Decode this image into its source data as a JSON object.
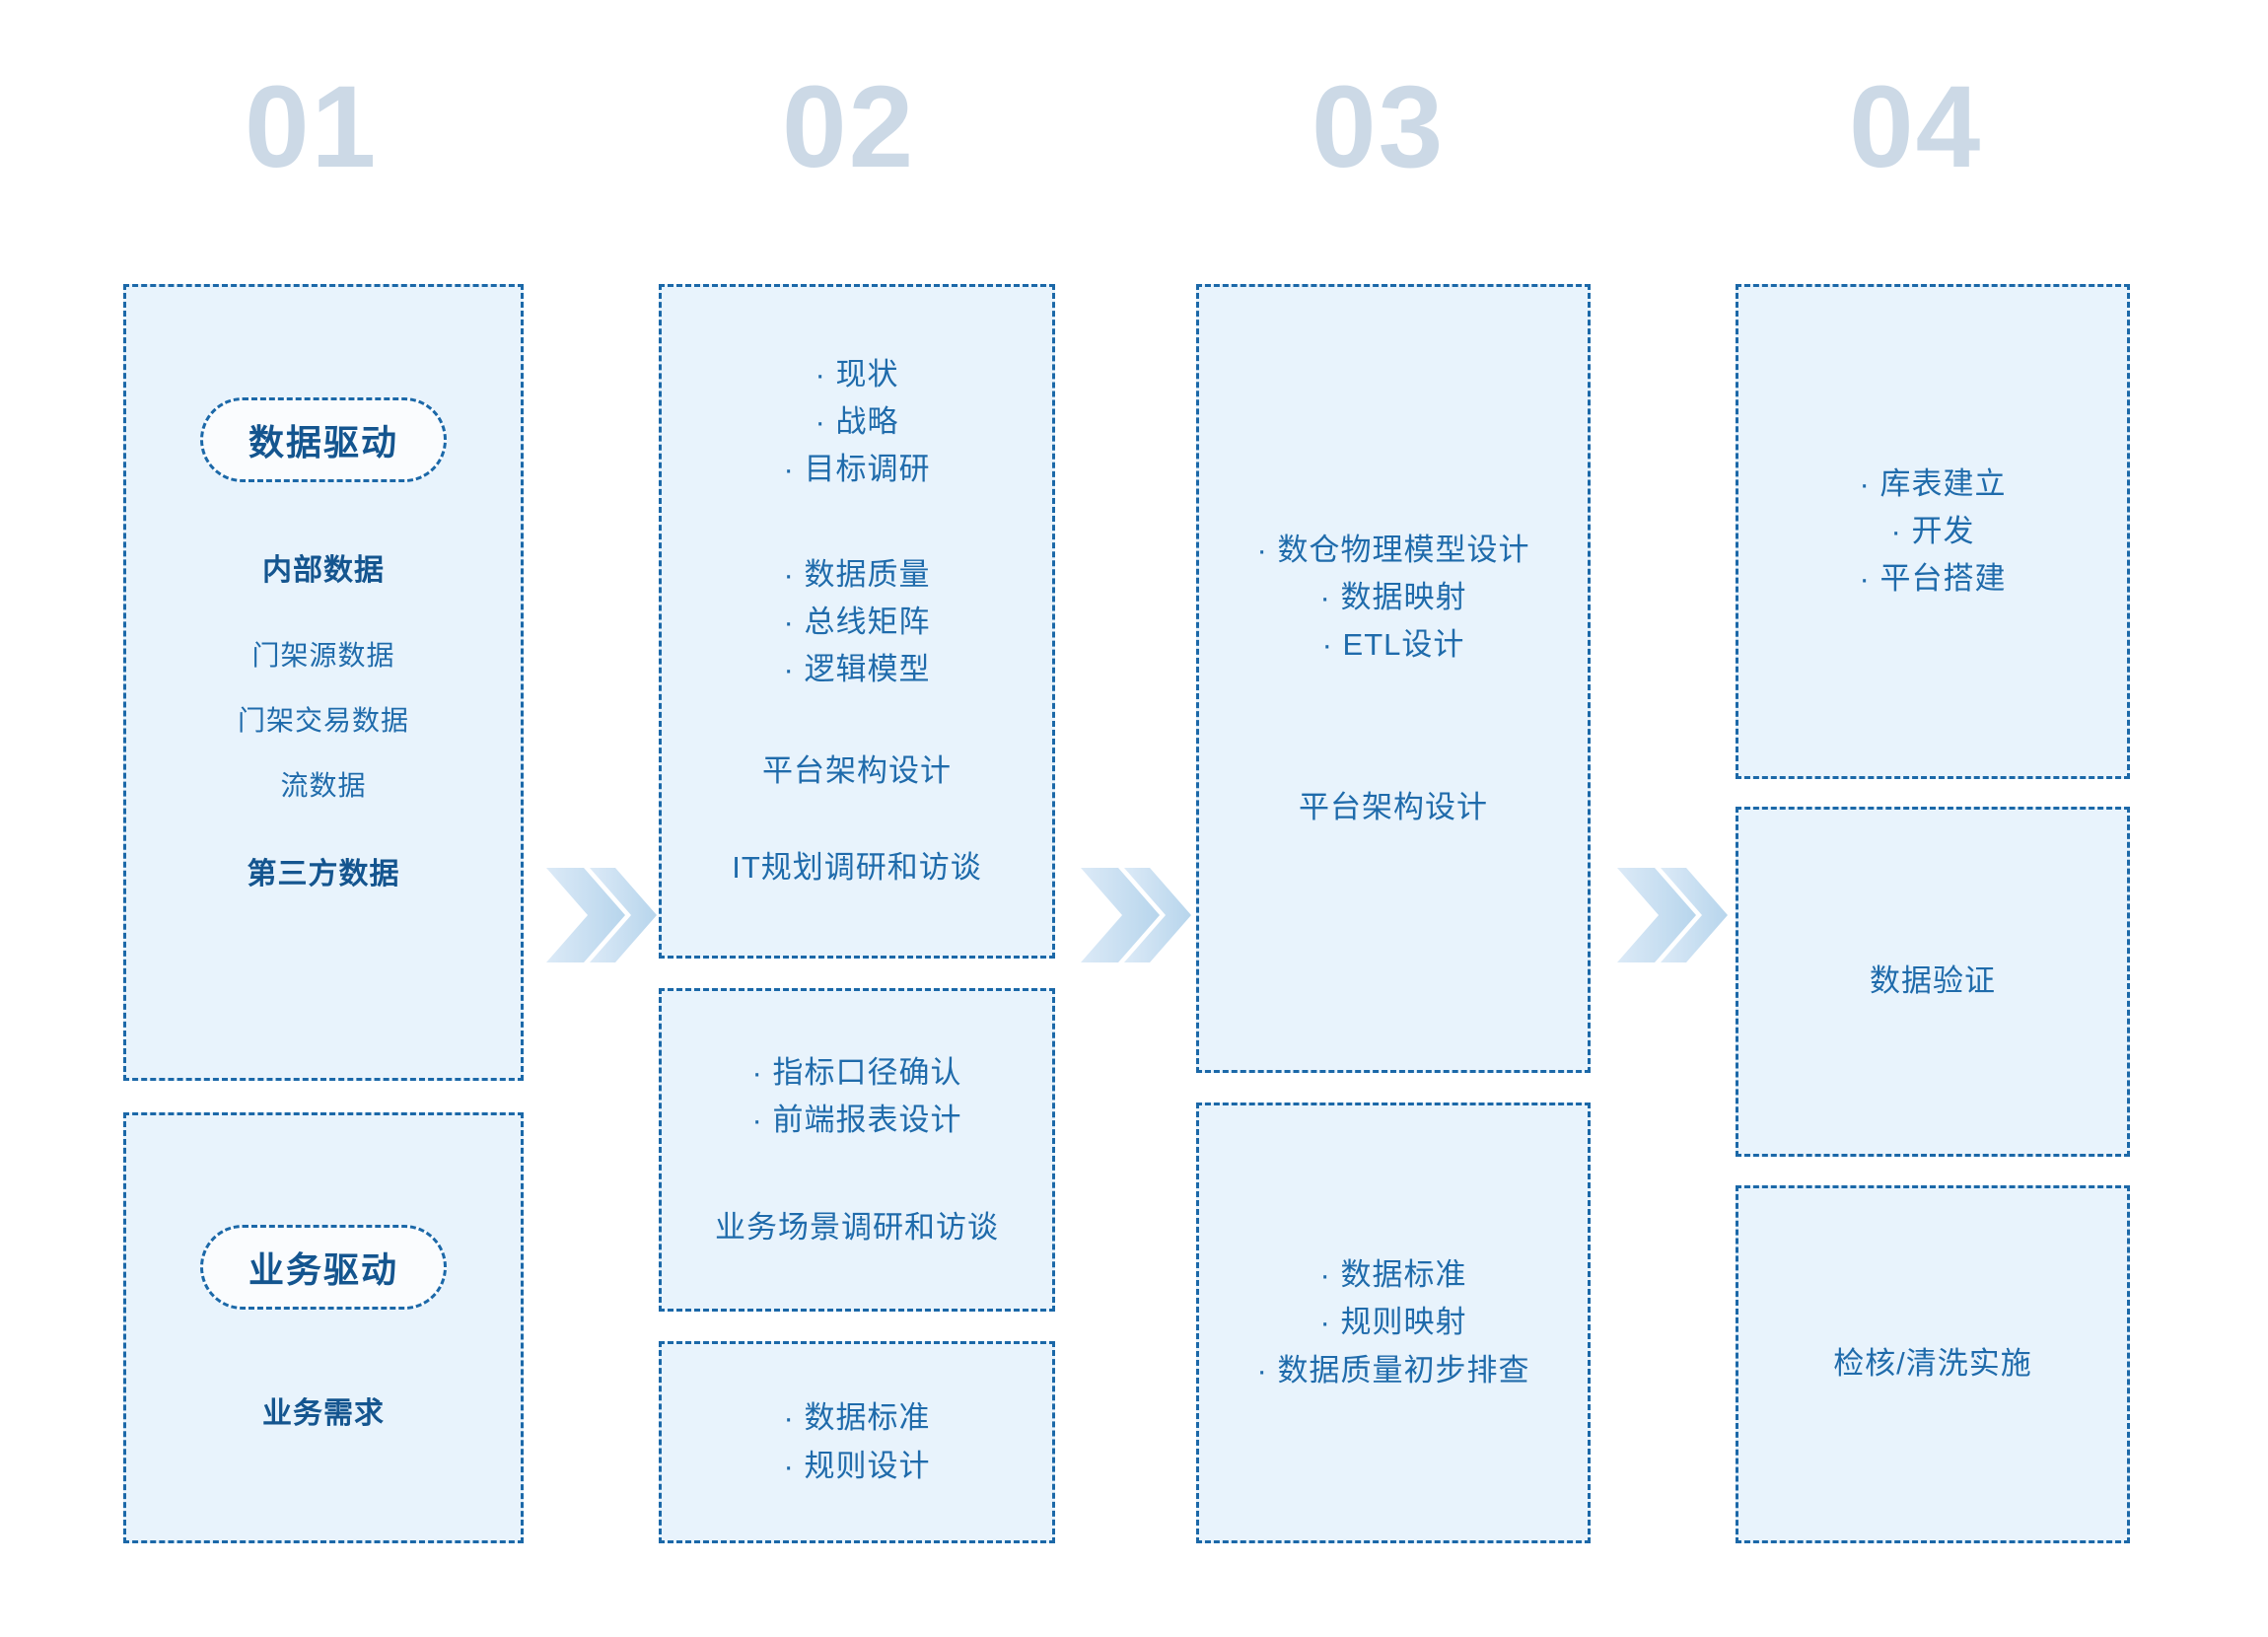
{
  "colors": {
    "panel_fill": "#e8f3fc",
    "panel_border": "#1b68a8",
    "number_gray": "#ccd9e6",
    "text_blue": "#1f6bab",
    "bold_blue": "#14558f",
    "arrow_fill": "#cfe3f4"
  },
  "columns": [
    {
      "number": "01",
      "panels": [
        {
          "name": "data-driven-panel",
          "pill": "数据驱动",
          "groups": [
            {
              "heading": "内部数据",
              "items": [
                "门架源数据",
                "门架交易数据",
                "流数据"
              ]
            },
            {
              "heading": "第三方数据",
              "items": []
            }
          ]
        },
        {
          "name": "business-driven-panel",
          "pill": "业务驱动",
          "groups": [
            {
              "heading": "业务需求",
              "items": []
            }
          ]
        }
      ]
    },
    {
      "number": "02",
      "panels": [
        {
          "name": "research-panel",
          "bullet_groups": [
            [
              "现状",
              "战略",
              "目标调研"
            ],
            [
              "数据质量",
              "总线矩阵",
              "逻辑模型"
            ]
          ],
          "lines": [
            "平台架构设计",
            "IT规划调研和访谈"
          ]
        },
        {
          "name": "indicator-panel",
          "bullet_groups": [
            [
              "指标口径确认",
              "前端报表设计"
            ]
          ],
          "lines": [
            "业务场景调研和访谈"
          ]
        },
        {
          "name": "standard-design-panel",
          "bullet_groups": [
            [
              "数据标准",
              "规则设计"
            ]
          ],
          "lines": []
        }
      ]
    },
    {
      "number": "03",
      "panels": [
        {
          "name": "warehouse-model-panel",
          "bullet_groups": [
            [
              "数仓物理模型设计",
              "数据映射",
              "ETL设计"
            ]
          ],
          "lines": [
            "平台架构设计"
          ]
        },
        {
          "name": "data-standard-panel",
          "bullet_groups": [
            [
              "数据标准",
              "规则映射",
              "数据质量初步排查"
            ]
          ],
          "lines": []
        }
      ]
    },
    {
      "number": "04",
      "panels": [
        {
          "name": "build-panel",
          "bullet_groups": [
            [
              "库表建立",
              "开发",
              "平台搭建"
            ]
          ],
          "lines": []
        },
        {
          "name": "validation-panel",
          "bullet_groups": [],
          "lines": [
            "数据验证"
          ]
        },
        {
          "name": "cleansing-panel",
          "bullet_groups": [],
          "lines": [
            "检核/清洗实施"
          ]
        }
      ]
    }
  ],
  "arrows": [
    {
      "name": "arrow-01-to-02"
    },
    {
      "name": "arrow-02-to-03"
    },
    {
      "name": "arrow-03-to-04"
    }
  ],
  "bullet_char": "·"
}
